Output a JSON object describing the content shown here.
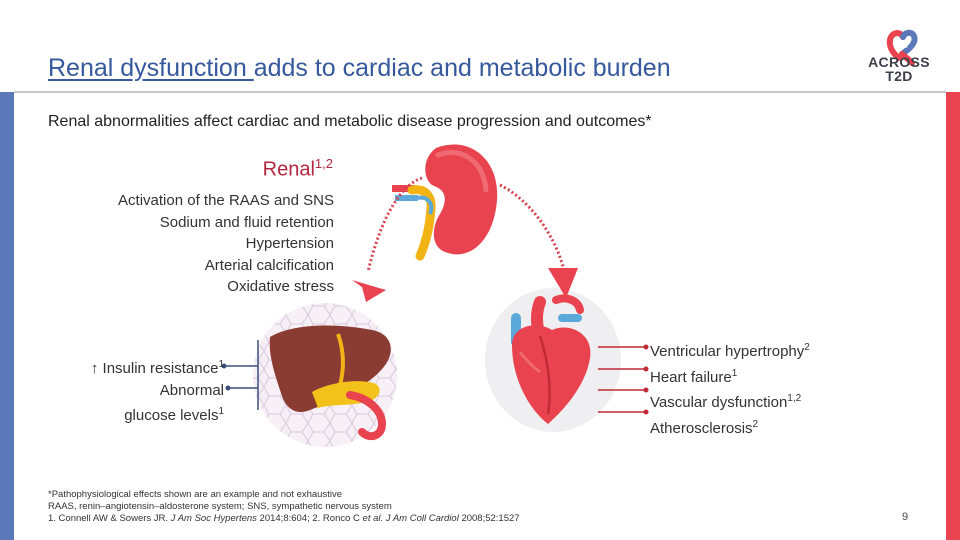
{
  "title": {
    "underlined": "Renal dysfunction ",
    "rest": "adds to cardiac and metabolic burden"
  },
  "logo": {
    "line1": "ACROSS",
    "line2": "T2D",
    "icon": "heart-ribbon-logo-icon"
  },
  "subtitle": "Renal abnormalities affect cardiac and metabolic disease progression and outcomes*",
  "renal": {
    "heading": "Renal",
    "heading_refs": "1,2",
    "effects": [
      "Activation of the RAAS and SNS",
      "Sodium and fluid retention",
      "Hypertension",
      "Arterial calcification",
      "Oxidative stress"
    ]
  },
  "liver": {
    "effects": [
      {
        "text": "Insulin resistance",
        "ref": "1",
        "prefix": "↑ "
      },
      {
        "text": "Abnormal",
        "ref": "",
        "prefix": ""
      },
      {
        "text": "glucose levels",
        "ref": "1",
        "prefix": ""
      }
    ]
  },
  "heart": {
    "effects": [
      {
        "text": "Ventricular hypertrophy",
        "ref": "2"
      },
      {
        "text": "Heart failure",
        "ref": "1"
      },
      {
        "text": "Vascular dysfunction",
        "ref": "1,2"
      },
      {
        "text": "Atherosclerosis",
        "ref": "2"
      }
    ]
  },
  "footnotes": {
    "note1": "*Pathophysiological effects shown are an example and not exhaustive",
    "note2": "RAAS, renin–angiotensin–aldosterone system; SNS, sympathetic nervous system",
    "ref1_authors": "1. Connell AW & Sowers JR. ",
    "ref1_journal": "J Am Soc Hypertens",
    "ref1_detail": " 2014;8:604; 2. Ronco C ",
    "ref2_etal": "et al. J Am Coll Cardiol",
    "ref2_detail": " 2008;52:1527"
  },
  "page_number": "9",
  "colors": {
    "title_blue": "#35599c",
    "renal_red": "#b2283f",
    "bar_left": "#5b78b8",
    "bar_right": "#e8434e",
    "arrow_red": "#e8434e"
  }
}
